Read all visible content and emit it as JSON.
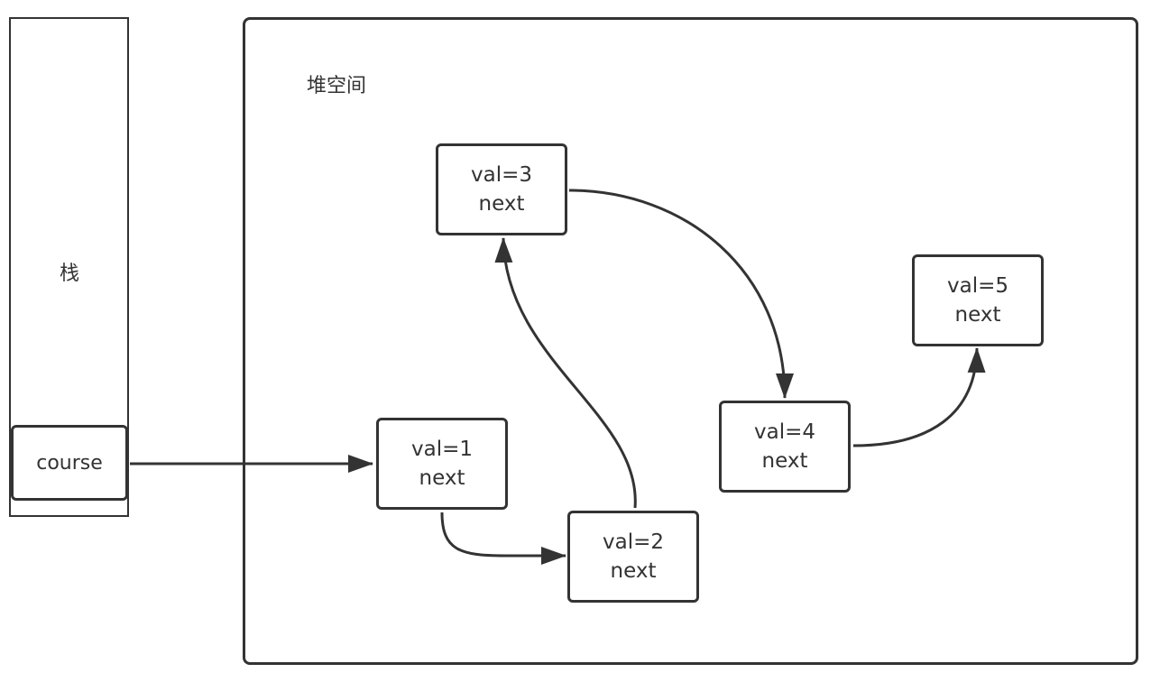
{
  "stack": {
    "label": "栈",
    "variable": "course"
  },
  "heap": {
    "label": "堆空间"
  },
  "nodes": [
    {
      "val": "val=1",
      "next": "next"
    },
    {
      "val": "val=2",
      "next": "next"
    },
    {
      "val": "val=3",
      "next": "next"
    },
    {
      "val": "val=4",
      "next": "next"
    },
    {
      "val": "val=5",
      "next": "next"
    }
  ],
  "colors": {
    "stroke": "#333333",
    "background": "#ffffff"
  }
}
